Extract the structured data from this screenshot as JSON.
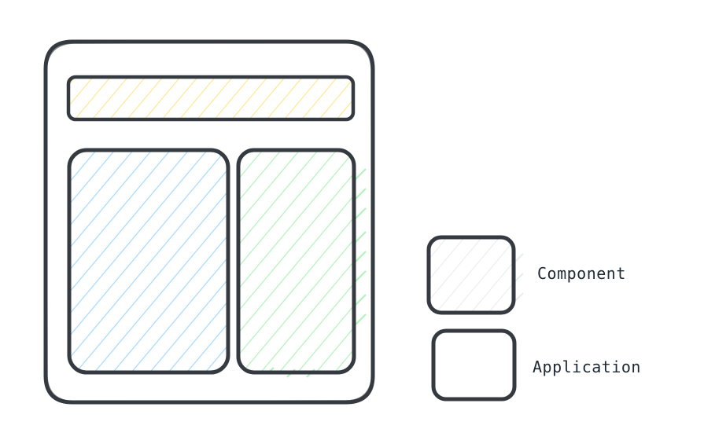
{
  "diagram": {
    "type": "hand-drawn layout wireframe",
    "stroke_color": "#343a40",
    "application_frame": {
      "label": "Application",
      "fill": "none"
    },
    "regions": [
      {
        "name": "header",
        "kind": "Component",
        "hatch_color": "#ffe58a"
      },
      {
        "name": "left-panel",
        "kind": "Component",
        "hatch_color": "#a5d8ff"
      },
      {
        "name": "right-panel",
        "kind": "Component",
        "hatch_color": "#b2f2bb"
      }
    ]
  },
  "legend": {
    "items": [
      {
        "label": "Component",
        "swatch": "hatched",
        "hatch_color": "#e9ecef"
      },
      {
        "label": "Application",
        "swatch": "outline"
      }
    ]
  }
}
